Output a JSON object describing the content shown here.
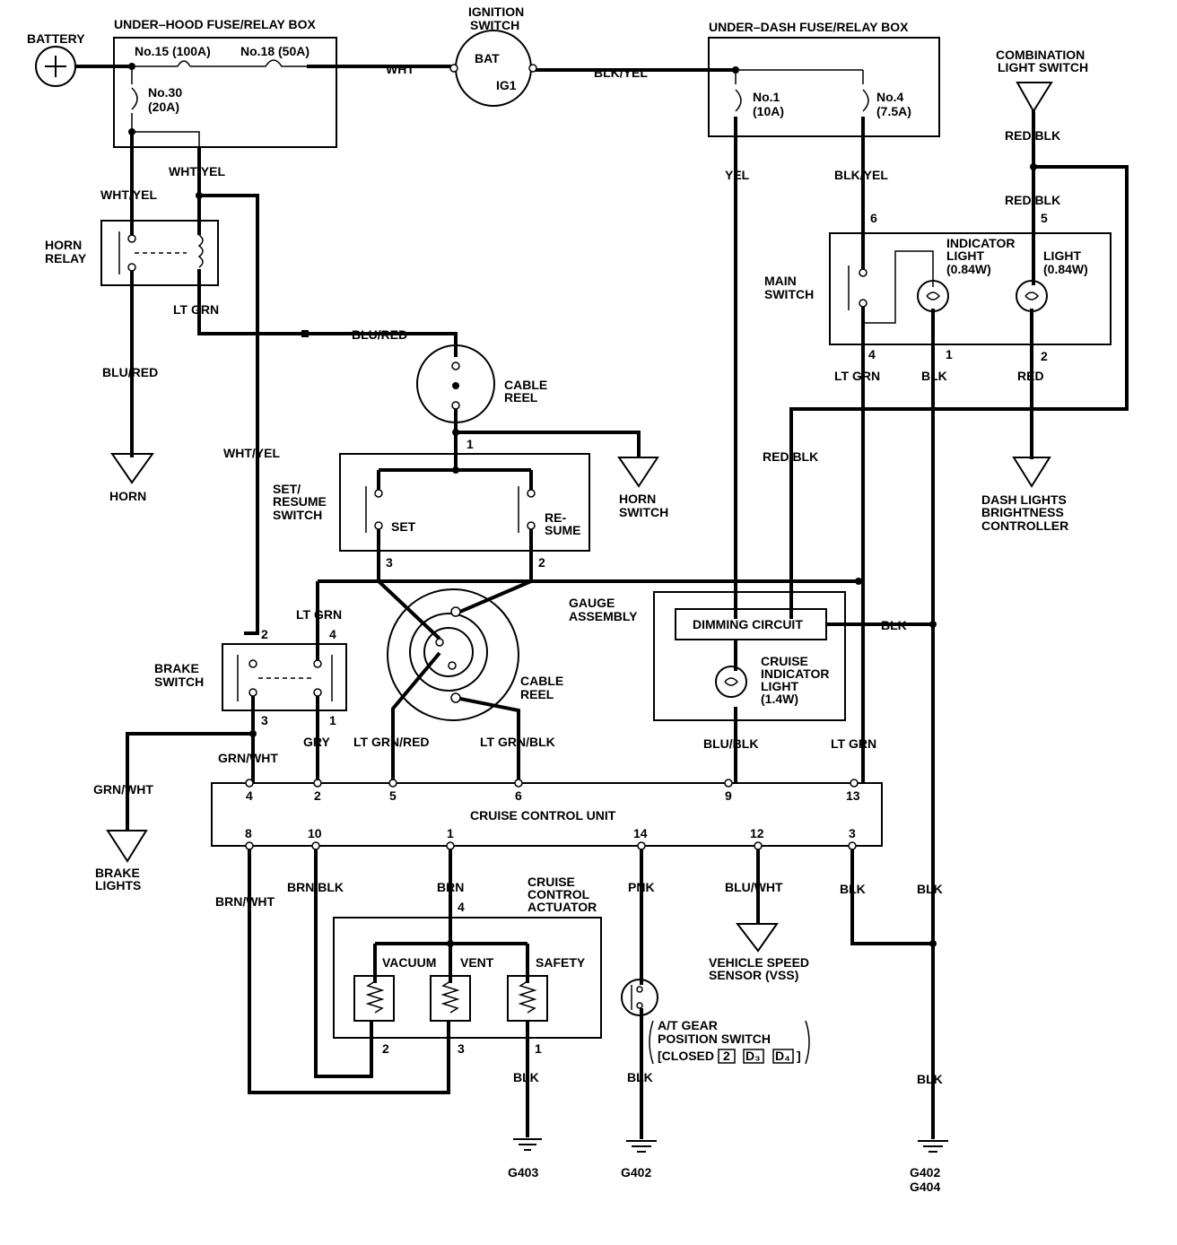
{
  "battery": "BATTERY",
  "uh_box": "UNDER–HOOD FUSE/RELAY BOX",
  "fuse15": "No.15 (100A)",
  "fuse18": "No.18 (50A)",
  "fuse30a": "No.30",
  "fuse30b": "(20A)",
  "ign_a": "IGNITION",
  "ign_b": "SWITCH",
  "ign_bat": "BAT",
  "ign_ig1": "IG1",
  "ud_box": "UNDER–DASH FUSE/RELAY BOX",
  "fuse1a": "No.1",
  "fuse1b": "(10A)",
  "fuse4a": "No.4",
  "fuse4b": "(7.5A)",
  "combo_a": "COMBINATION",
  "combo_b": "LIGHT SWITCH",
  "horn_relay_a": "HORN",
  "horn_relay_b": "RELAY",
  "horn": "HORN",
  "cable_reel_a": "CABLE",
  "cable_reel_b": "REEL",
  "set_resume_a": "SET/",
  "set_resume_b": "RESUME",
  "set_resume_c": "SWITCH",
  "set": "SET",
  "resume_a": "RE-",
  "resume_b": "SUME",
  "horn_switch_a": "HORN",
  "horn_switch_b": "SWITCH",
  "main_switch_a": "MAIN",
  "main_switch_b": "SWITCH",
  "ind_light_a": "INDICATOR",
  "ind_light_b": "LIGHT",
  "ind_light_c": "(0.84W)",
  "light_a": "LIGHT",
  "light_b": "(0.84W)",
  "dash_a": "DASH LIGHTS",
  "dash_b": "BRIGHTNESS",
  "dash_c": "CONTROLLER",
  "gauge_a": "GAUGE",
  "gauge_b": "ASSEMBLY",
  "dimming": "DIMMING CIRCUIT",
  "cruise_ind_a": "CRUISE",
  "cruise_ind_b": "INDICATOR",
  "cruise_ind_c": "LIGHT",
  "cruise_ind_d": "(1.4W)",
  "brake_switch_a": "BRAKE",
  "brake_switch_b": "SWITCH",
  "brake_lights_a": "BRAKE",
  "brake_lights_b": "LIGHTS",
  "ccu": "CRUISE CONTROL UNIT",
  "actuator_a": "CRUISE",
  "actuator_b": "CONTROL",
  "actuator_c": "ACTUATOR",
  "vacuum": "VACUUM",
  "vent": "VENT",
  "safety": "SAFETY",
  "vss_a": "VEHICLE SPEED",
  "vss_b": "SENSOR (VSS)",
  "at_a": "A/T GEAR",
  "at_b": "POSITION SWITCH",
  "at_c1": "[CLOSED",
  "at_c2": "2",
  "at_c3": "D₃",
  "at_c4": "D₄",
  "at_c5": "]",
  "g403": "G403",
  "g402": "G402",
  "g402b": "G402",
  "g404": "G404",
  "wires": {
    "wht": "WHT",
    "blk_yel_top": "BLK/YEL",
    "wht_yel_1": "WHT/YEL",
    "wht_yel_2": "WHT/YEL",
    "wht_yel_3": "WHT/YEL",
    "yel": "YEL",
    "blk_yel_2": "BLK/YEL",
    "red_blk_1": "RED/BLK",
    "red_blk_2": "RED/BLK",
    "red_blk_3": "RED/BLK",
    "lt_grn_1": "LT GRN",
    "blu_red_1": "BLU/RED",
    "blu_red_2": "BLU/RED",
    "lt_grn_2": "LT GRN",
    "blk_1": "BLK",
    "red": "RED",
    "lt_grn_3": "LT GRN",
    "blk_2": "BLK",
    "grn_wht_1": "GRN/WHT",
    "grn_wht_2": "GRN/WHT",
    "gry": "GRY",
    "lt_grn_red": "LT GRN/RED",
    "lt_grn_blk": "LT GRN/BLK",
    "blu_blk": "BLU/BLK",
    "lt_grn_4": "LT GRN",
    "brn_wht": "BRN/WHT",
    "brn_blk": "BRN/BLK",
    "brn": "BRN",
    "pnk": "PNK",
    "blu_wht": "BLU/WHT",
    "blk_3": "BLK",
    "blk_4": "BLK",
    "blk_5": "BLK",
    "blk_6": "BLK",
    "blk_7": "BLK"
  },
  "pins": {
    "p6": "6",
    "p5": "5",
    "p4m": "4",
    "p1m": "1",
    "p2m": "2",
    "p1r": "1",
    "p3s": "3",
    "p2s": "2",
    "b2": "2",
    "b4": "4",
    "b3": "3",
    "b1": "1",
    "c4": "4",
    "c2": "2",
    "c5": "5",
    "c6": "6",
    "c9": "9",
    "c13": "13",
    "c8": "8",
    "c10": "10",
    "c1": "1",
    "c14": "14",
    "c12": "12",
    "c3": "3",
    "a4": "4",
    "a2": "2",
    "a3": "3",
    "a1": "1"
  }
}
